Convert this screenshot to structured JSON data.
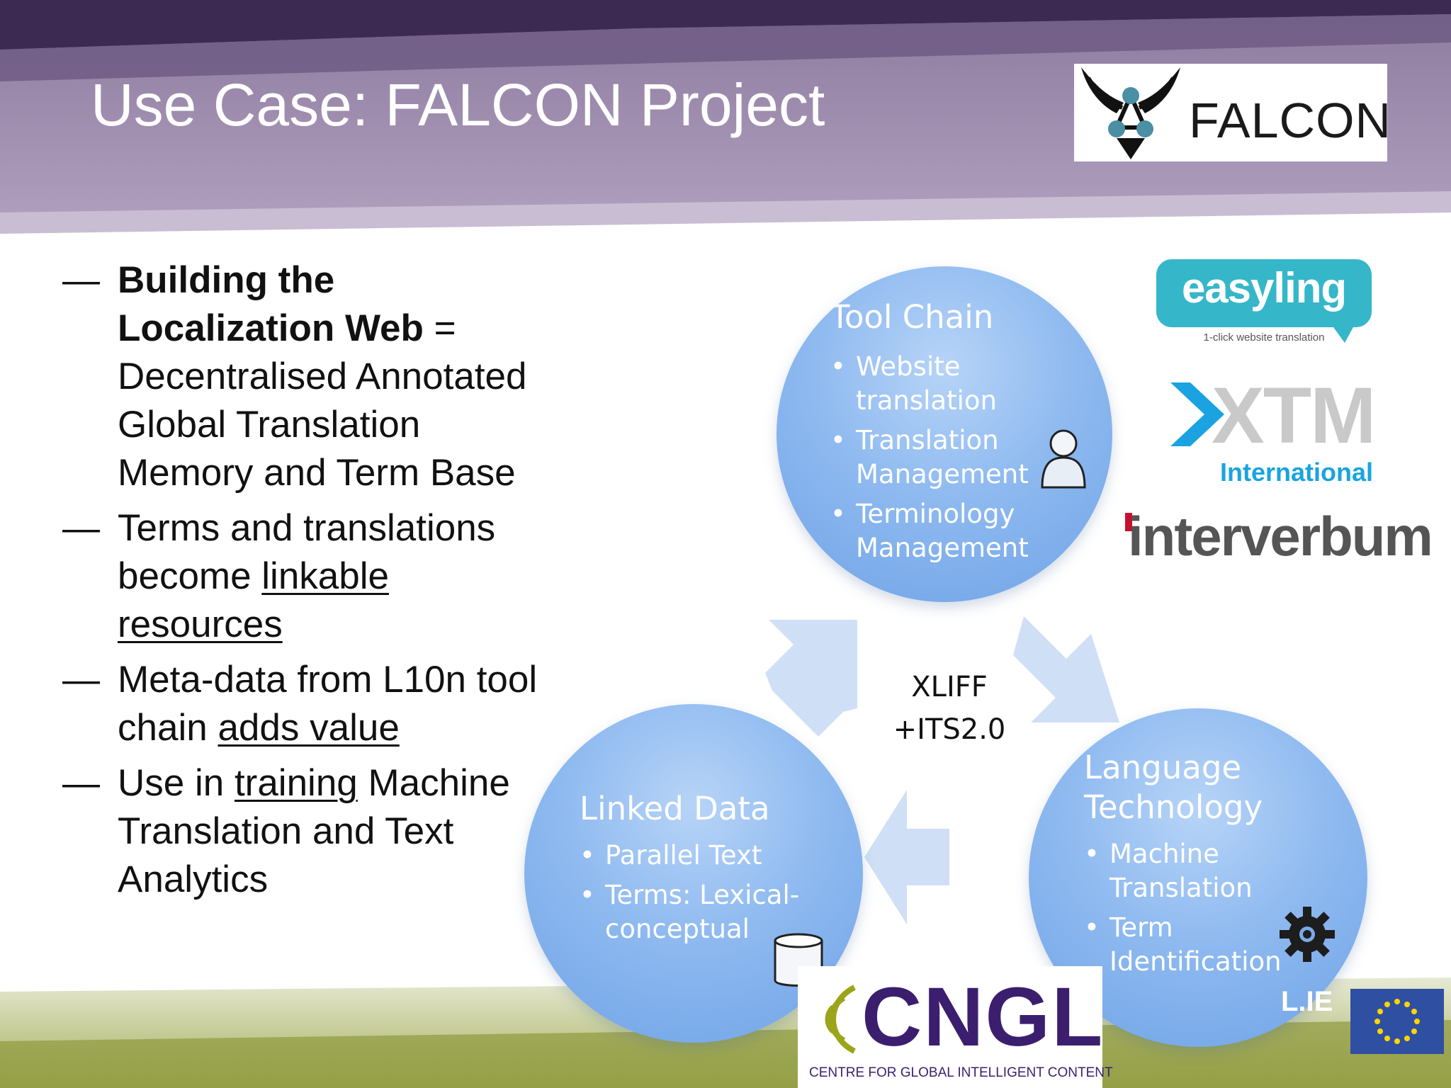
{
  "slide": {
    "title": "Use Case: FALCON Project"
  },
  "logos": {
    "falcon": "FALCON",
    "easyling": "easyling",
    "easyling_tagline": "1-click website translation",
    "xtm": "XTM",
    "xtm_sub": "International",
    "interverbum": "interverbum",
    "cngl": "CNGL",
    "cngl_sub": "CENTRE FOR GLOBAL INTELLIGENT CONTENT",
    "cngl_url_fragment": "L.IE"
  },
  "bullets": [
    {
      "dash": "—",
      "bold": "Building the Localization Web",
      "rest": " = Decentralised Annotated Global Translation Memory and Term Base"
    },
    {
      "dash": "—",
      "text_before": "Terms and translations become ",
      "underlined": "linkable resources"
    },
    {
      "dash": "—",
      "text_before": "Meta-data from L10n tool chain ",
      "underlined": "adds value"
    },
    {
      "dash": "—",
      "text_before": "Use in ",
      "underlined": "training",
      "text_after": " Machine Translation and Text Analytics"
    }
  ],
  "diagram": {
    "center_label_line1": "XLIFF",
    "center_label_line2": "+ITS2.0",
    "tool_chain": {
      "title": "Tool Chain",
      "items": [
        "Website translation",
        "Translation Management",
        "Terminology Management"
      ],
      "icon": "person-icon"
    },
    "language_technology": {
      "title_line1": "Language",
      "title_line2": "Technology",
      "items": [
        "Machine Translation",
        "Term Identification"
      ],
      "icon": "gear-icon"
    },
    "linked_data": {
      "title": "Linked Data",
      "items": [
        "Parallel Text",
        "Terms: Lexical-conceptual"
      ],
      "icon": "database-icon"
    }
  },
  "colors": {
    "header_purple": "#9b86ab",
    "circle_blue": "#7aaae8",
    "arrow_blue": "#cfe0f6",
    "xtm_blue": "#1aa3e0",
    "interverbum_red": "#c8102e",
    "cngl_olive": "#9aa51a",
    "cngl_purple": "#3b1f6e",
    "eu_blue": "#2f4fa3"
  }
}
